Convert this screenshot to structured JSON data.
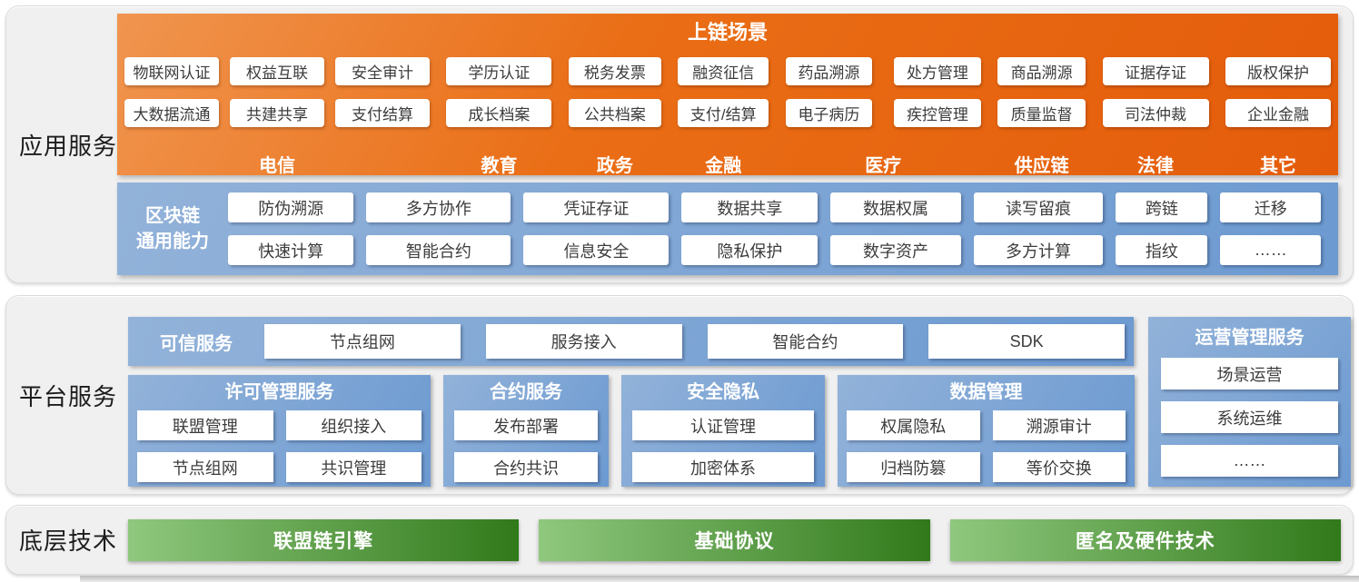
{
  "colors": {
    "orange_light": "#F0954F",
    "orange_dark": "#E45C0A",
    "blue_light": "#92B2D9",
    "blue_dark": "#6C9AD1",
    "green_light": "#8FC87E",
    "green_dark": "#31791A"
  },
  "sections": {
    "app": {
      "label": "应用服务",
      "scenario": {
        "title": "上链场景",
        "groups": [
          {
            "name": "电信",
            "row1": [
              "物联网认证",
              "权益互联",
              "安全审计"
            ],
            "row2": [
              "大数据流通",
              "共建共享",
              "支付结算"
            ]
          },
          {
            "name": "教育",
            "row1": [
              "学历认证"
            ],
            "row2": [
              "成长档案"
            ]
          },
          {
            "name": "政务",
            "row1": [
              "税务发票"
            ],
            "row2": [
              "公共档案"
            ]
          },
          {
            "name": "金融",
            "row1": [
              "融资征信"
            ],
            "row2": [
              "支付/结算"
            ]
          },
          {
            "name": "医疗",
            "row1": [
              "药品溯源",
              "处方管理"
            ],
            "row2": [
              "电子病历",
              "疾控管理"
            ]
          },
          {
            "name": "供应链",
            "row1": [
              "商品溯源"
            ],
            "row2": [
              "质量监督"
            ]
          },
          {
            "name": "法律",
            "row1": [
              "证据存证"
            ],
            "row2": [
              "司法仲裁"
            ]
          },
          {
            "name": "其它",
            "row1": [
              "版权保护"
            ],
            "row2": [
              "企业金融"
            ]
          }
        ]
      },
      "capabilities": {
        "label_line1": "区块链",
        "label_line2": "通用能力",
        "row1": [
          "防伪溯源",
          "多方协作",
          "凭证存证",
          "数据共享",
          "数据权属",
          "读写留痕",
          "跨链",
          "迁移"
        ],
        "row2": [
          "快速计算",
          "智能合约",
          "信息安全",
          "隐私保护",
          "数字资产",
          "多方计算",
          "指纹",
          "……"
        ]
      }
    },
    "platform": {
      "label": "平台服务",
      "trusted": {
        "title": "可信服务",
        "items": [
          "节点组网",
          "服务接入",
          "智能合约",
          "SDK"
        ]
      },
      "panels": [
        {
          "title": "许可管理服务",
          "items": [
            "联盟管理",
            "组织接入",
            "节点组网",
            "共识管理"
          ]
        },
        {
          "title": "合约服务",
          "items": [
            "发布部署",
            "合约共识"
          ]
        },
        {
          "title": "安全隐私",
          "items": [
            "认证管理",
            "加密体系"
          ]
        },
        {
          "title": "数据管理",
          "items": [
            "权属隐私",
            "溯源审计",
            "归档防篡",
            "等价交换"
          ]
        }
      ],
      "ops": {
        "title": "运营管理服务",
        "items": [
          "场景运营",
          "系统运维",
          "……"
        ]
      }
    },
    "tech": {
      "label": "底层技术",
      "items": [
        "联盟链引擎",
        "基础协议",
        "匿名及硬件技术"
      ]
    }
  }
}
